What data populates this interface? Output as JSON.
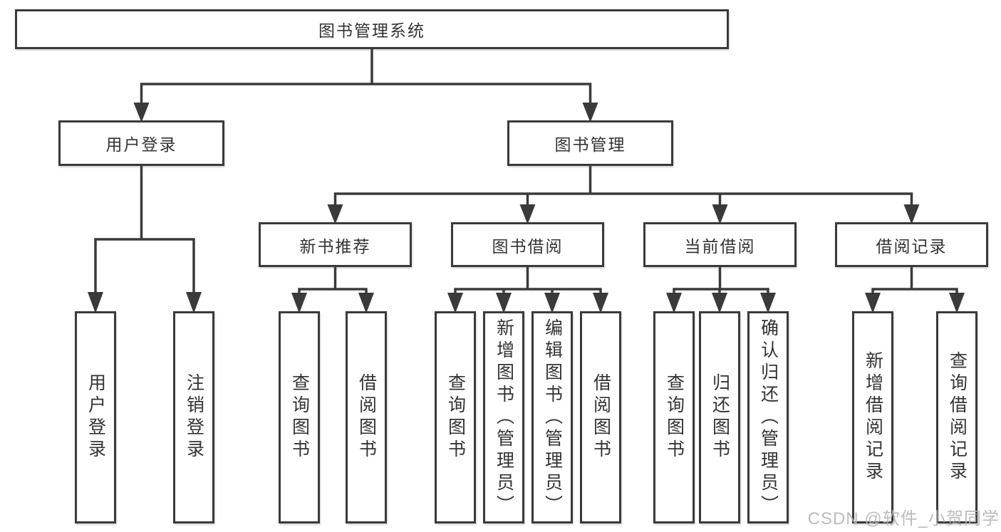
{
  "diagram": {
    "title": "图书管理系统",
    "branches": [
      {
        "label": "用户登录",
        "children": [
          "用户登录",
          "注销登录"
        ]
      },
      {
        "label": "图书管理",
        "sections": [
          {
            "label": "新书推荐",
            "children": [
              "查询图书",
              "借阅图书"
            ]
          },
          {
            "label": "图书借阅",
            "children": [
              "查询图书",
              "新增图书（管理员）",
              "编辑图书（管理员）",
              "借阅图书"
            ]
          },
          {
            "label": "当前借阅",
            "children": [
              "查询图书",
              "归还图书",
              "确认归还（管理员）"
            ]
          },
          {
            "label": "借阅记录",
            "children": [
              "新增借阅记录",
              "查询借阅记录"
            ]
          }
        ]
      }
    ]
  },
  "watermark": "CSDN @软件_小贺同学",
  "colors": {
    "line": "#3a3a3a",
    "box_border": "#3a3a3a",
    "text": "#333333",
    "watermark": "#b5b5b5",
    "background": "#ffffff"
  }
}
